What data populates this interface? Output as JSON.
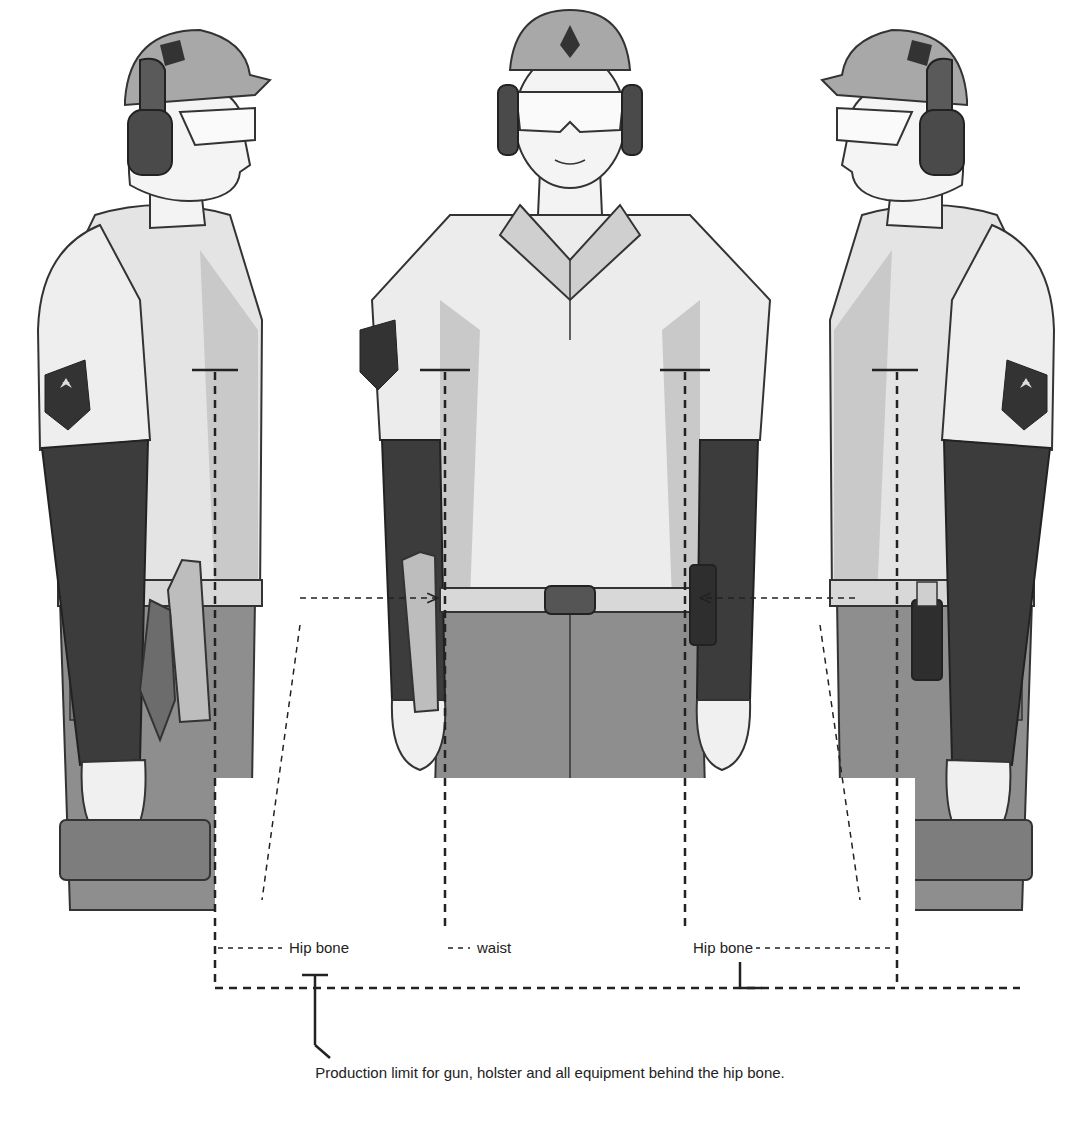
{
  "diagram": {
    "caption": "Production limit for gun, holster and all equipment behind the hip bone.",
    "labels": [
      "Hip bone",
      "waist",
      "Hip bone"
    ]
  }
}
